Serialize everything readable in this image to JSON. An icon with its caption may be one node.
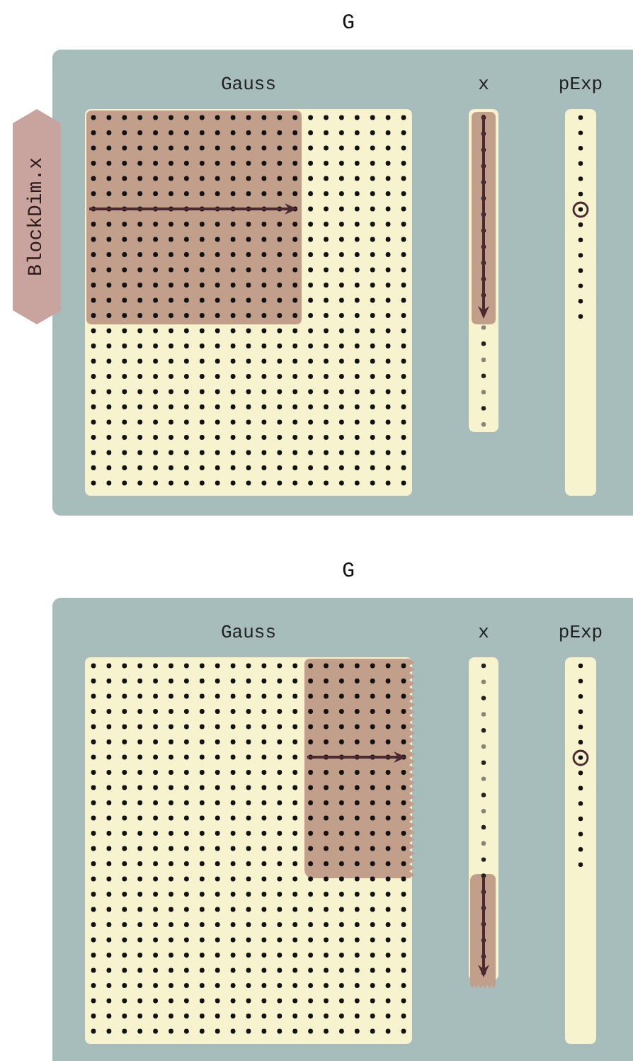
{
  "diagram": {
    "nodes": [
      {
        "text": [
          "G"
        ]
      },
      {
        "text": [
          "Gauss"
        ],
        "in": 0
      },
      {
        "text": [
          "x"
        ],
        "in": 0
      },
      {
        "text": [
          "pExp"
        ],
        "in": 0
      },
      {
        "text": [
          "BlockDim.x"
        ]
      },
      {
        "text": [
          "G"
        ]
      },
      {
        "text": [
          "Gauss"
        ],
        "in": 5
      },
      {
        "text": [
          "x"
        ],
        "in": 5
      },
      {
        "text": [
          "pExp"
        ],
        "in": 5
      }
    ]
  }
}
